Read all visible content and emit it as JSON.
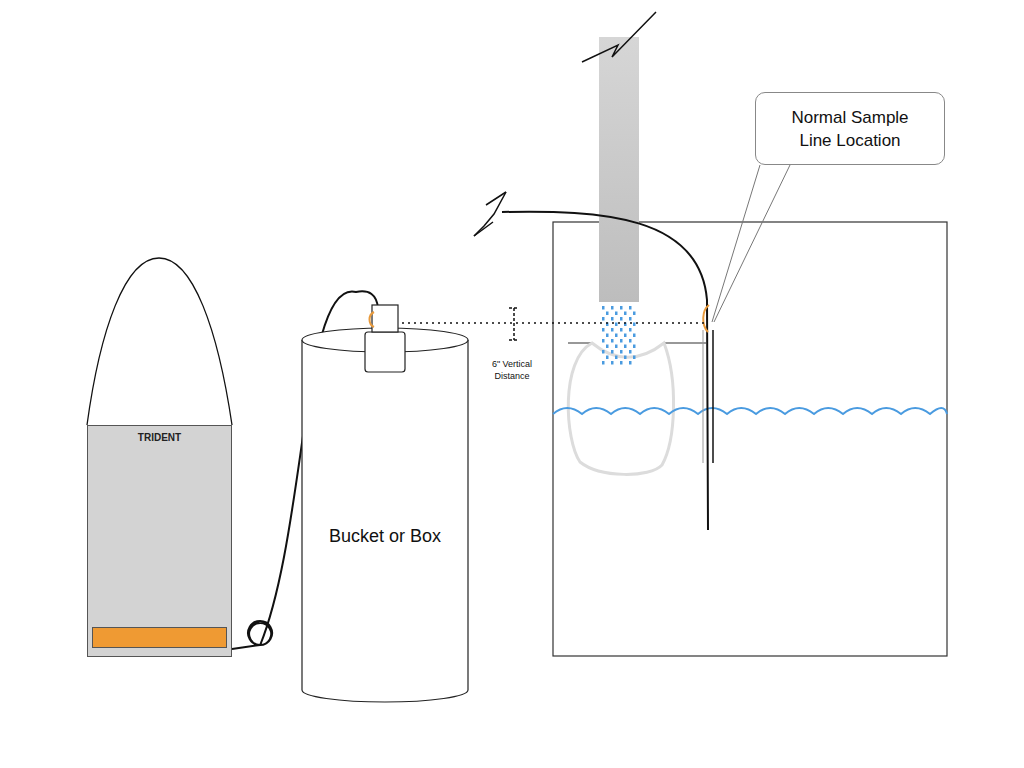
{
  "diagram": {
    "nodes": [
      {
        "text": [
          "TRIDENT"
        ]
      },
      {
        "text": [
          "Bucket or Box"
        ]
      },
      {
        "text": [
          "Normal Sample Line Location"
        ]
      }
    ],
    "edges": [
      {
        "from": 0,
        "to": 1,
        "arrow": "none"
      }
    ],
    "labels": [
      "6\" Vertical Distance"
    ]
  }
}
